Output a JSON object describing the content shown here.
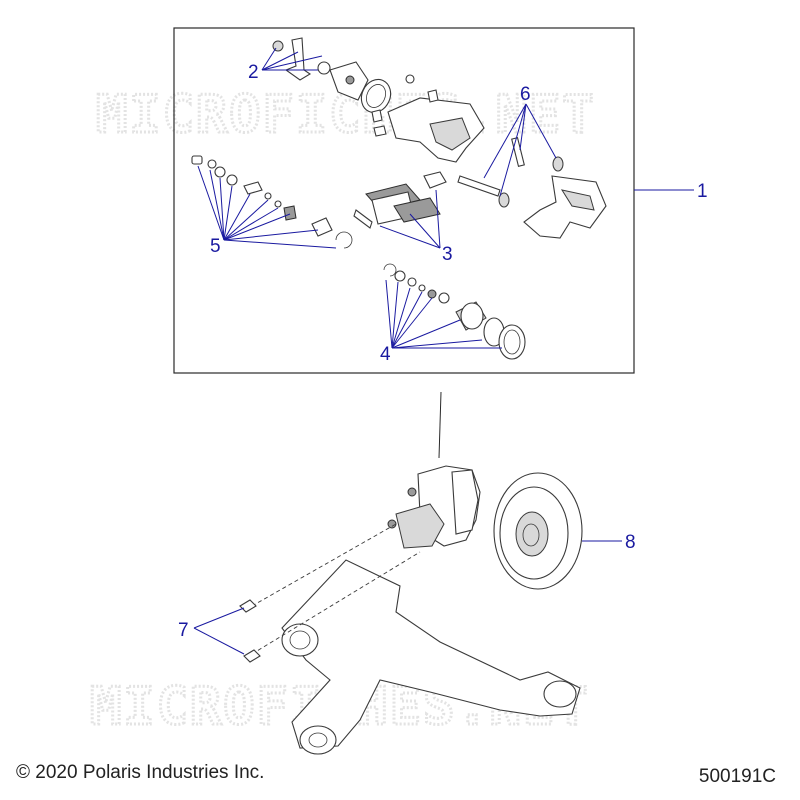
{
  "watermark": {
    "text": "MICROFICHES.NET"
  },
  "callouts": [
    {
      "label": "1",
      "part": "caliper-assembly"
    },
    {
      "label": "2",
      "part": "bracket-kit"
    },
    {
      "label": "3",
      "part": "brake-pad-kit"
    },
    {
      "label": "4",
      "part": "piston-seal-kit"
    },
    {
      "label": "5",
      "part": "adjuster-kit"
    },
    {
      "label": "6",
      "part": "pin-kit"
    },
    {
      "label": "7",
      "part": "mounting-bolts"
    },
    {
      "label": "8",
      "part": "brake-disc"
    }
  ],
  "footer": {
    "copyright": "© 2020 Polaris Industries Inc.",
    "drawing_number": "500191C"
  },
  "colors": {
    "callout": "#1a1aa0",
    "line_art": "#3a3a3a",
    "watermark": "#e3e3e3"
  }
}
